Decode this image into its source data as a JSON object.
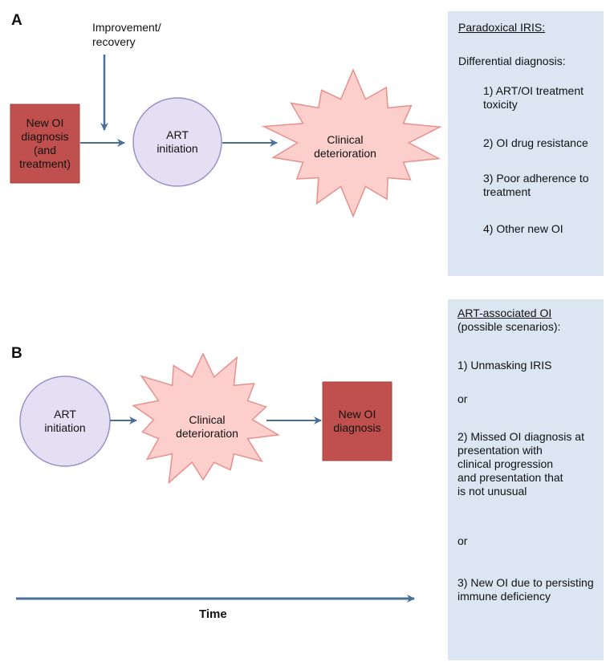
{
  "panel_a": {
    "label": "A",
    "improvement_label": "Improvement/\nrecovery",
    "box_new_oi": "New OI\ndiagnosis\n(and\ntreatment)",
    "circle_art": "ART\ninitiation",
    "star_clinical": "Clinical\ndeterioration",
    "side": {
      "title": "Paradoxical IRIS:",
      "subtitle": "Differential diagnosis:",
      "items": [
        "1) ART/OI treatment\n    toxicity",
        "2) OI drug resistance",
        "3) Poor adherence to\n    treatment",
        "4) Other new OI"
      ]
    }
  },
  "panel_b": {
    "label": "B",
    "circle_art": "ART\ninitiation",
    "star_clinical": "Clinical\ndeterioration",
    "box_new_oi": "New OI\ndiagnosis",
    "side": {
      "title": "ART-associated OI",
      "subtitle": "(possible scenarios):",
      "item1": "1) Unmasking IRIS",
      "or1": "or",
      "item2": "2) Missed OI diagnosis at\n    presentation with\n    clinical progression\n    and presentation that\n    is not unusual",
      "or2": "or",
      "item3": "3) New OI due to persisting\n    immune deficiency"
    }
  },
  "time_label": "Time",
  "colors": {
    "box_fill": "#c0504d",
    "box_stroke": "#a8423f",
    "circle_fill": "#e4dff2",
    "circle_stroke": "#9a8fc8",
    "star_fill": "#fccfcc",
    "star_stroke": "#e8908c",
    "arrow": "#4a6f99",
    "side_bg": "#dce6f2"
  }
}
